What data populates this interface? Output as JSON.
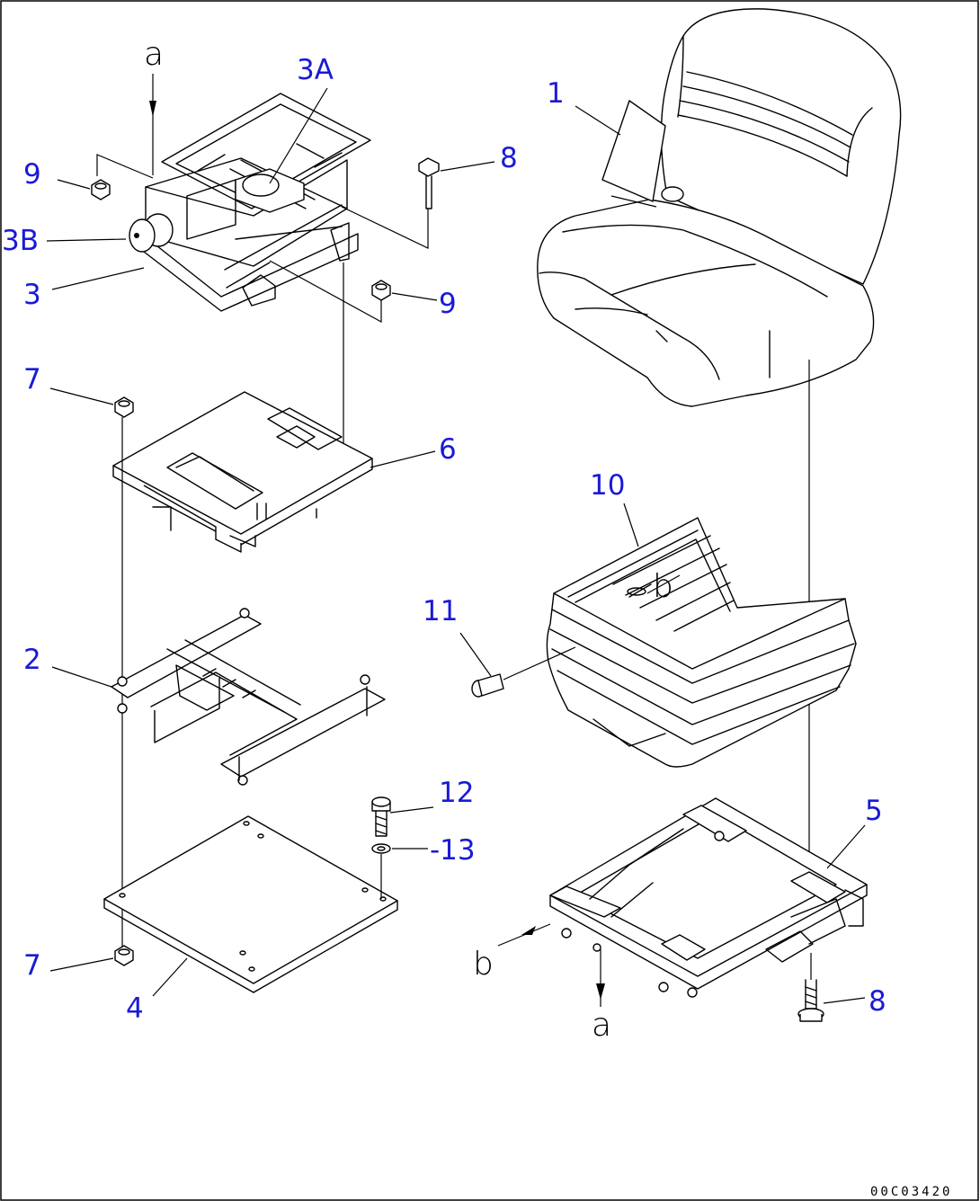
{
  "callouts": {
    "c1": "1",
    "c2": "2",
    "c3": "3",
    "c3a": "3A",
    "c3b": "3B",
    "c4": "4",
    "c5": "5",
    "c6": "6",
    "c7_top": "7",
    "c7_bottom": "7",
    "c8_top": "8",
    "c8_bottom": "8",
    "c9_left": "9",
    "c9_right": "9",
    "c10": "10",
    "c11": "11",
    "c12": "12",
    "c13": "-13"
  },
  "reference_letters": {
    "a_top": "a",
    "a_bottom": "a",
    "b_top": "b",
    "b_bottom": "b"
  },
  "drawing_code": "00C03420"
}
